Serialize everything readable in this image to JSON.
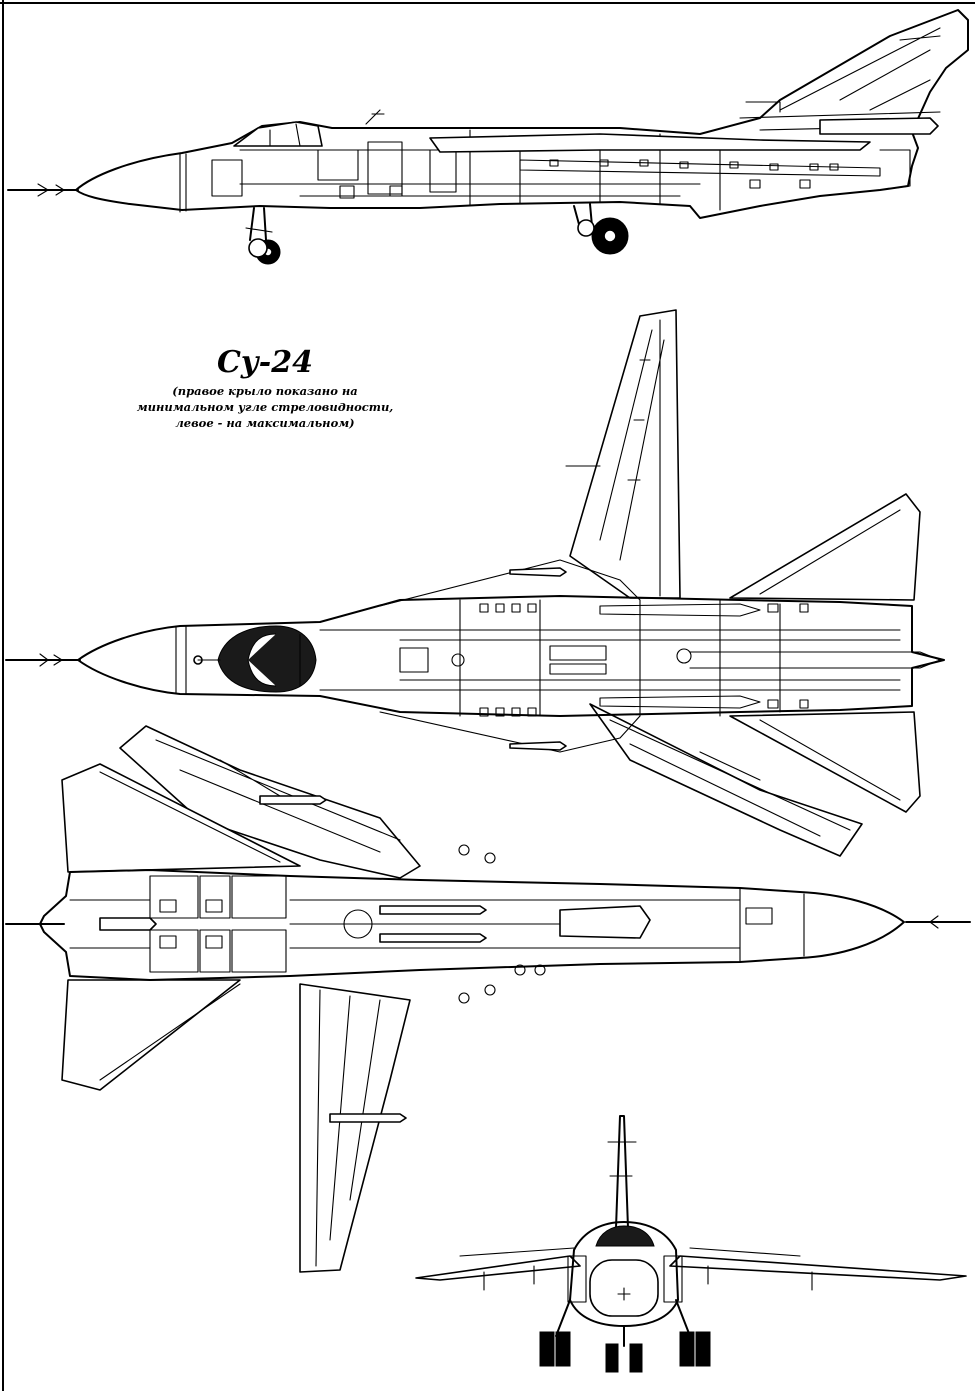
{
  "title": "Су-24",
  "subtitle_lines": [
    "(правое крыло показано на",
    "минимальном угле стреловидности,",
    "левое - на максимальном)"
  ],
  "colors": {
    "ink": "#000000",
    "paper": "#ffffff"
  }
}
